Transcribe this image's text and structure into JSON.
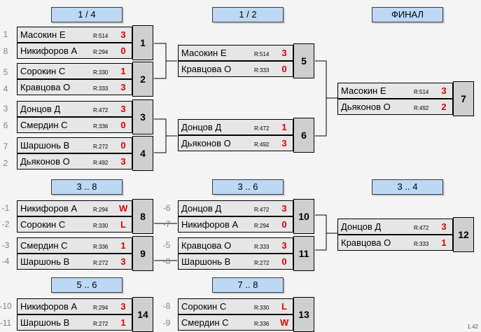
{
  "headers": {
    "r1": "1 / 4",
    "r2": "1 / 2",
    "final": "ФИНАЛ",
    "p3_8": "3 .. 8",
    "p3_6": "3 .. 6",
    "p3_4": "3 .. 4",
    "p5_6": "5 .. 6",
    "p7_8": "7 .. 8"
  },
  "seeds": {
    "m1a": "1",
    "m1b": "8",
    "m2a": "5",
    "m2b": "4",
    "m3a": "3",
    "m3b": "6",
    "m4a": "7",
    "m4b": "2",
    "m8a": "-1",
    "m8b": "-2",
    "m9a": "-3",
    "m9b": "-4",
    "m10a": "-6",
    "m10b": "-7",
    "m11a": "-5",
    "m11b": "-8",
    "m14a": "-10",
    "m14b": "-11",
    "m13a": "-8",
    "m13b": "-9"
  },
  "matches": {
    "m1": {
      "num": "1",
      "a": {
        "name": "Масокин Е",
        "rating": "R:514",
        "score": "3"
      },
      "b": {
        "name": "Никифоров А",
        "rating": "R:294",
        "score": "0"
      }
    },
    "m2": {
      "num": "2",
      "a": {
        "name": "Сорокин С",
        "rating": "R:330",
        "score": "1"
      },
      "b": {
        "name": "Кравцова О",
        "rating": "R:333",
        "score": "3"
      }
    },
    "m3": {
      "num": "3",
      "a": {
        "name": "Донцов Д",
        "rating": "R:472",
        "score": "3"
      },
      "b": {
        "name": "Смердин С",
        "rating": "R:336",
        "score": "0"
      }
    },
    "m4": {
      "num": "4",
      "a": {
        "name": "Шаршонь В",
        "rating": "R:272",
        "score": "0"
      },
      "b": {
        "name": "Дьяконов О",
        "rating": "R:492",
        "score": "3"
      }
    },
    "m5": {
      "num": "5",
      "a": {
        "name": "Масокин Е",
        "rating": "R:514",
        "score": "3"
      },
      "b": {
        "name": "Кравцова О",
        "rating": "R:333",
        "score": "0"
      }
    },
    "m6": {
      "num": "6",
      "a": {
        "name": "Донцов Д",
        "rating": "R:472",
        "score": "1"
      },
      "b": {
        "name": "Дьяконов О",
        "rating": "R:492",
        "score": "3"
      }
    },
    "m7": {
      "num": "7",
      "a": {
        "name": "Масокин Е",
        "rating": "R:514",
        "score": "3"
      },
      "b": {
        "name": "Дьяконов О",
        "rating": "R:492",
        "score": "2"
      }
    },
    "m8": {
      "num": "8",
      "a": {
        "name": "Никифоров А",
        "rating": "R:294",
        "score": "W"
      },
      "b": {
        "name": "Сорокин С",
        "rating": "R:330",
        "score": "L"
      }
    },
    "m9": {
      "num": "9",
      "a": {
        "name": "Смердин С",
        "rating": "R:336",
        "score": "1"
      },
      "b": {
        "name": "Шаршонь В",
        "rating": "R:272",
        "score": "3"
      }
    },
    "m10": {
      "num": "10",
      "a": {
        "name": "Донцов Д",
        "rating": "R:472",
        "score": "3"
      },
      "b": {
        "name": "Никифоров А",
        "rating": "R:294",
        "score": "0"
      }
    },
    "m11": {
      "num": "11",
      "a": {
        "name": "Кравцова О",
        "rating": "R:333",
        "score": "3"
      },
      "b": {
        "name": "Шаршонь В",
        "rating": "R:272",
        "score": "0"
      }
    },
    "m12": {
      "num": "12",
      "a": {
        "name": "Донцов Д",
        "rating": "R:472",
        "score": "3"
      },
      "b": {
        "name": "Кравцова О",
        "rating": "R:333",
        "score": "1"
      }
    },
    "m13": {
      "num": "13",
      "a": {
        "name": "Сорокин С",
        "rating": "R:330",
        "score": "L"
      },
      "b": {
        "name": "Смердин С",
        "rating": "R:336",
        "score": "W"
      }
    },
    "m14": {
      "num": "14",
      "a": {
        "name": "Никифоров А",
        "rating": "R:294",
        "score": "3"
      },
      "b": {
        "name": "Шаршонь В",
        "rating": "R:272",
        "score": "1"
      }
    }
  },
  "version": "1.42"
}
